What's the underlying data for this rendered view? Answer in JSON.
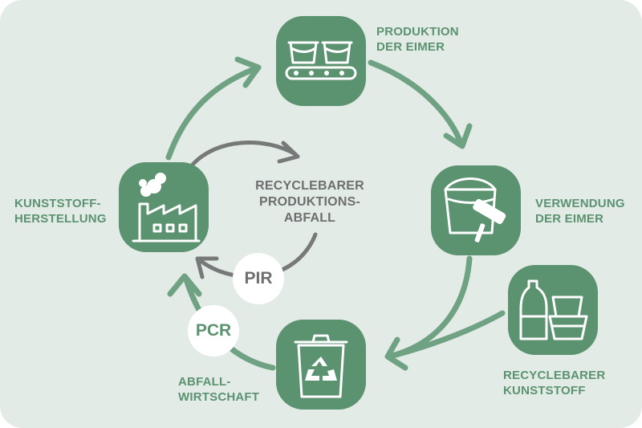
{
  "nodes": {
    "production": {
      "line1": "PRODUKTION",
      "line2": "DER EIMER",
      "icon": "buckets-on-conveyor-icon"
    },
    "usage": {
      "line1": "VERWENDUNG",
      "line2": "DER EIMER",
      "icon": "paint-bucket-roller-icon"
    },
    "recyclable_plastic": {
      "line1": "RECYCLEBARER",
      "line2": "KUNSTSTOFF",
      "icon": "plastic-containers-icon"
    },
    "waste_management": {
      "line1": "ABFALL-",
      "line2": "WIRTSCHAFT",
      "icon": "recycling-bin-icon"
    },
    "plastic_production": {
      "line1": "KUNSTSTOFF-",
      "line2": "HERSTELLUNG",
      "icon": "factory-icon"
    }
  },
  "center_label": {
    "line1": "RECYCLEBARER",
    "line2": "PRODUKTIONS-",
    "line3": "ABFALL"
  },
  "badges": {
    "pir": "PIR",
    "pcr": "PCR"
  },
  "colors": {
    "accent": "#5b9270",
    "arrow_green": "#6fa283",
    "arrow_gray": "#777978",
    "background": "#e3ebe6",
    "text_gray": "#6d6f6e"
  }
}
